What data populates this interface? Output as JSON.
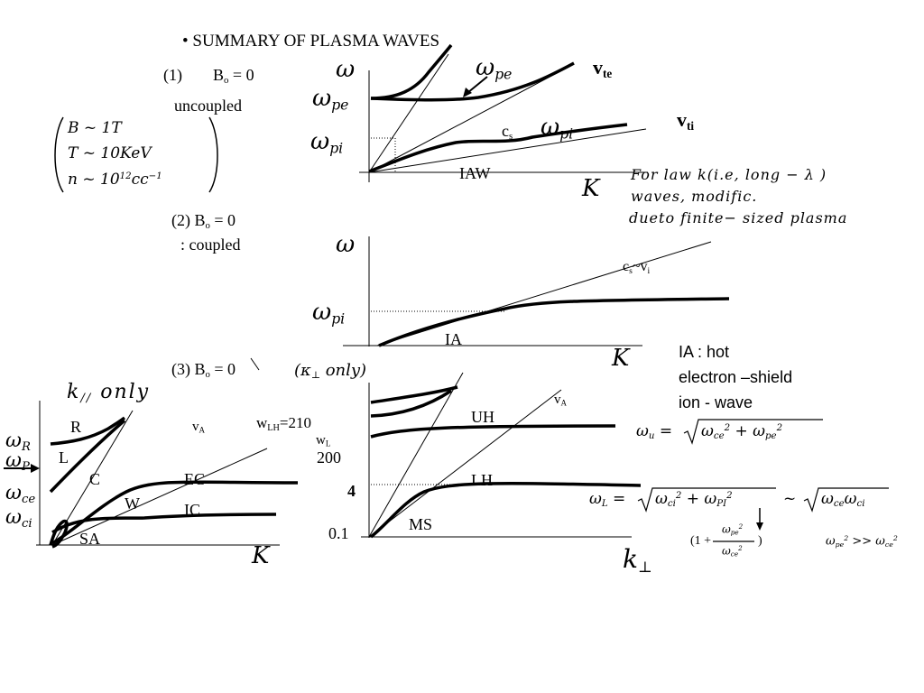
{
  "title": "• SUMMARY OF PLASMA WAVES",
  "case1": {
    "number": "(1)",
    "condition_b": "B",
    "condition_sub": "o",
    "condition_eq": "= 0",
    "subtitle": "uncoupled",
    "params": [
      "B ~ 1T",
      "T ~ 10KeV",
      "n ~ 10",
      "12",
      "cc",
      "−1"
    ],
    "y_axis": "ω",
    "x_axis": "K",
    "omega_pe": "ω",
    "omega_pe_sub": "pe",
    "omega_pi": "ω",
    "omega_pi_sub": "pi",
    "label_vte": "v",
    "label_vte_sub": "te",
    "label_vti": "v",
    "label_vti_sub": "ti",
    "label_cs": "c",
    "label_cs_sub": "s",
    "label_iaw": "IAW",
    "curve_label_pe": "ω",
    "curve_label_pe_sub": "pe",
    "curve_label_pi": "ω",
    "curve_label_pi_sub": "pi",
    "note_line1": "For  law k(i.e, long − λ )",
    "note_line2": "waves, modific.",
    "note_line3": "dueto finite− sized plasma"
  },
  "case2": {
    "number": "(2) B",
    "sub": "o",
    "eq": " = 0",
    "subtitle": ": coupled",
    "y_axis": "ω",
    "x_axis": "K",
    "omega_pi": "ω",
    "omega_pi_sub": "pi",
    "label_cs": "c",
    "label_cs_sub": "s",
    "label_vi": "~v",
    "label_vi_sub": "i",
    "label_ia": "IA",
    "ia_note_1": "IA : hot",
    "ia_note_2": "electron –shield",
    "ia_note_3": "ion - wave"
  },
  "case3": {
    "number": "(3) B",
    "sub": "o",
    "eq": " = 0",
    "kpar_title": "k",
    "kpar_sub": "//",
    "kpar_only": " only",
    "kperp_title_k": "(κ",
    "kperp_title_sub": "⊥",
    "kperp_title_only": " only)",
    "left": {
      "omega_r": "ω",
      "omega_r_sub": "R",
      "omega_p": "ω",
      "omega_p_sub": "P",
      "omega_ce": "ω",
      "omega_ce_sub": "ce",
      "omega_ci": "ω",
      "omega_ci_sub": "ci",
      "label_r": "R",
      "label_l": "L",
      "label_c": "C",
      "label_w": "W",
      "label_ec": "EC",
      "label_ic": "IC",
      "label_sa": "SA",
      "label_va": "v",
      "label_va_sub": "A",
      "x_axis": "K"
    },
    "right": {
      "w_lh": "w",
      "w_lh_sub": "LH",
      "w_lh_val": "=210",
      "w_l": "w",
      "w_l_sub": "L",
      "val_200": "200",
      "val_4": "4",
      "val_01": "0.1",
      "label_uh": "UH",
      "label_lh": "LH",
      "label_ms": "MS",
      "label_va": "v",
      "label_va_sub": "A",
      "x_axis_k": "k",
      "x_axis_sub": "⊥"
    },
    "formula_u": "ω_u = √(ω_ce² + ω_pe²)",
    "formula_u_lhs": "ω",
    "formula_u_lhs_sub": "u",
    "formula_u_rhs": "= √( ω",
    "formula_l_lhs": "ω",
    "formula_l_lhs_sub": "L",
    "formula_l_rest": "~",
    "formula_factor": "(1 +",
    "formula_factor_close": ")",
    "formula_cond": ">>",
    "pe": "pe",
    "ce": "ce",
    "ci": "ci",
    "pi": "PI",
    "two": "2"
  }
}
